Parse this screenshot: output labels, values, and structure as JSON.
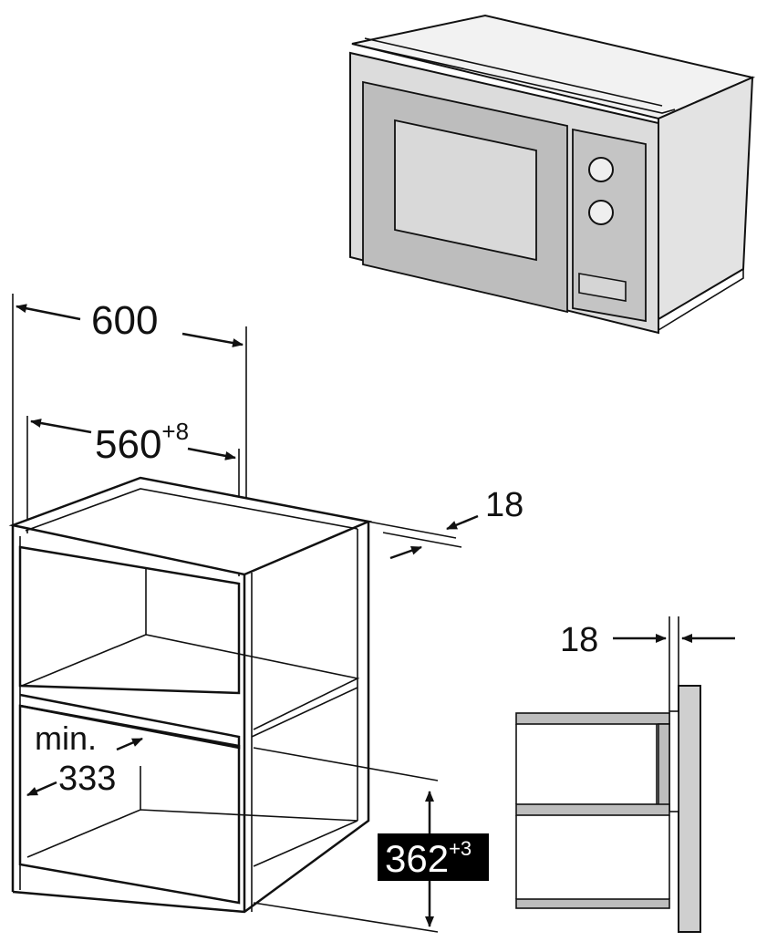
{
  "dimensions": {
    "outer_width": "600",
    "inner_width": {
      "base": "560",
      "tolerance": "+8"
    },
    "panel_thickness_top": "18",
    "panel_thickness_side": "18",
    "min_depth": {
      "prefix": "min.",
      "value": "333"
    },
    "niche_height": {
      "base": "362",
      "tolerance": "+3"
    }
  },
  "colors": {
    "line": "#111111",
    "microwave_body": "#ececec",
    "microwave_panel": "#bdbdbd",
    "microwave_window": "#d9d9d9",
    "wall": "#cfcfcf",
    "label_box": "#000000",
    "label_box_text": "#ffffff"
  },
  "icons": {
    "appliance": "built-in-microwave-illustration",
    "cabinet": "cabinet-niche-illustration",
    "detail": "side-section-detail-illustration"
  }
}
